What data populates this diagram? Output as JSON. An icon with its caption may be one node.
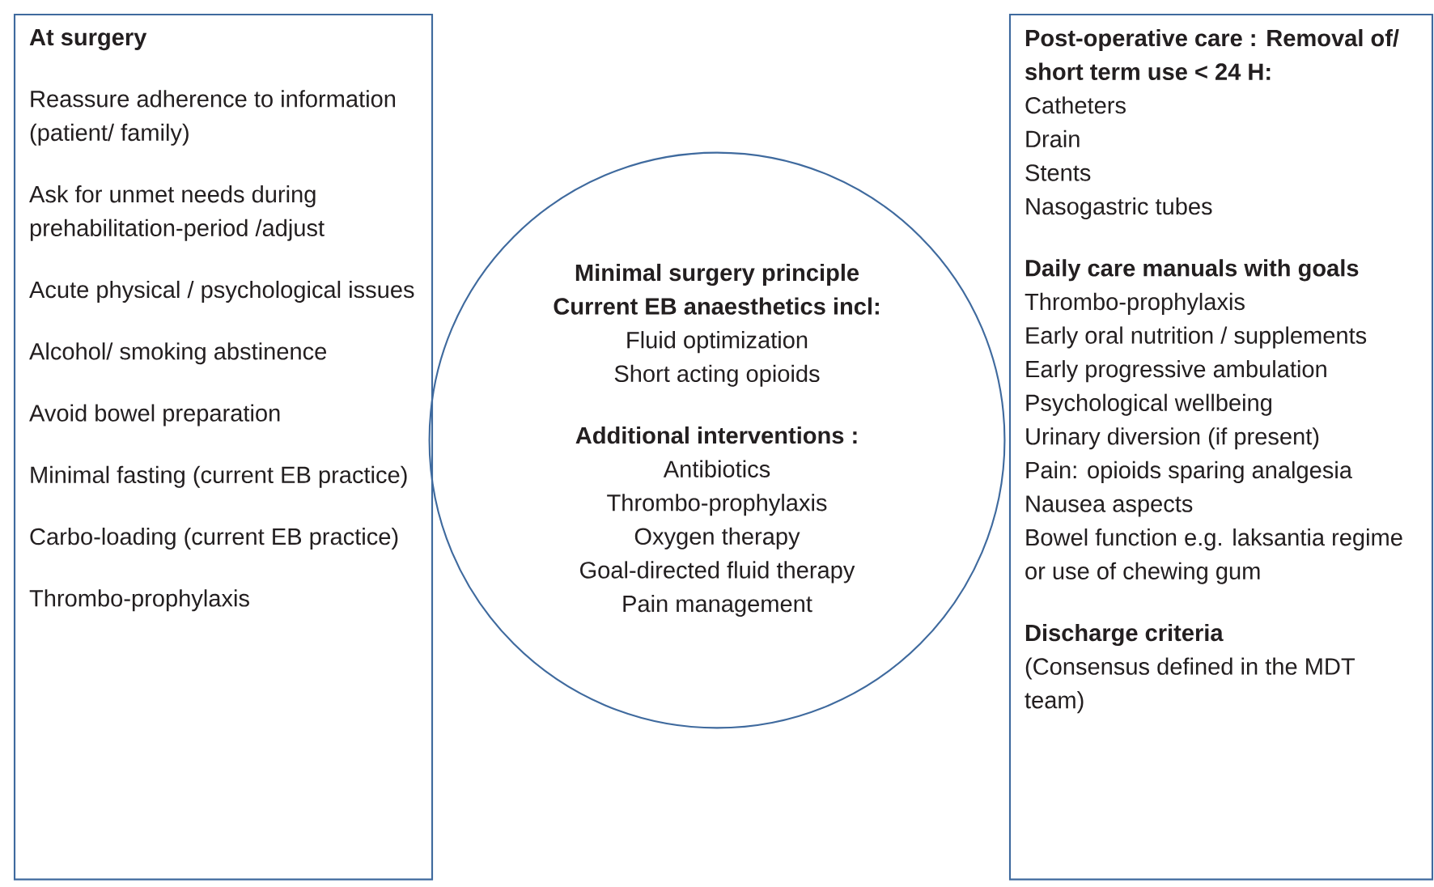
{
  "diagram": {
    "nodes": [
      {
        "text": [
          "At surgery",
          "Reassure adherence to information (patient/ family)",
          "Ask for unmet needs during prehabilitation-period /adjust",
          "Acute physical / psychological issues",
          "Alcohol/ smoking abstinence",
          "Avoid bowel preparation",
          "Minimal fasting (current EB practice)",
          "Carbo-loading (current EB practice)",
          "Thrombo-prophylaxis"
        ]
      },
      {
        "text": [
          "Minimal surgery principle",
          "Current EB anaesthetics incl:",
          "Fluid optimization",
          "Short acting opioids",
          "Additional interventions :",
          "Antibiotics",
          "Thrombo-prophylaxis",
          "Oxygen therapy",
          "Goal-directed fluid therapy",
          "Pain management"
        ]
      },
      {
        "text": [
          "Post-operative care : Removal of/ short term use < 24 H:",
          "Catheters",
          "Drain",
          "Stents",
          "Nasogastric tubes",
          "Daily care manuals with goals",
          "Thrombo-prophylaxis",
          "Early oral nutrition / supplements",
          "Early progressive ambulation",
          "Psychological wellbeing",
          "Urinary diversion (if present)",
          "Pain: opioids sparing analgesia",
          "Nausea aspects",
          "Bowel function e.g. laksantia regime or use of chewing gum",
          "Discharge criteria",
          "(Consensus defined in the MDT team)"
        ]
      }
    ]
  }
}
